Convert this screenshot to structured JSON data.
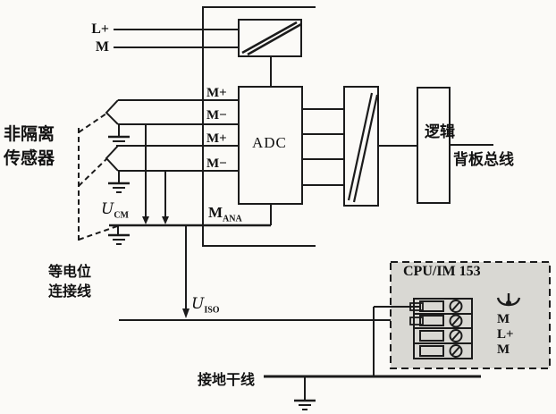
{
  "power": {
    "l_plus": "L+",
    "m": "M"
  },
  "adc": {
    "name": "ADC",
    "inputs": [
      "M+",
      "M−",
      "M+",
      "M−"
    ],
    "mana": {
      "base": "M",
      "sub": "ANA"
    }
  },
  "logic": {
    "name": "逻辑"
  },
  "bus": {
    "name": "背板总线"
  },
  "sensor": {
    "line1": "非隔离",
    "line2": "传感器"
  },
  "equipotential": {
    "line1": "等电位",
    "line2": "连接线"
  },
  "voltages": {
    "ucm": {
      "base": "U",
      "sub": "CM"
    },
    "uiso": {
      "base": "U",
      "sub": "ISO"
    }
  },
  "ground": {
    "trunk": "接地干线"
  },
  "cpu": {
    "title": "CPU/IM 153",
    "terminals": [
      "M",
      "L+",
      "M"
    ]
  },
  "colors": {
    "line": "#1b1b1b",
    "cpu_fill": "#d9d8d3",
    "paper": "#fbfaf7"
  }
}
